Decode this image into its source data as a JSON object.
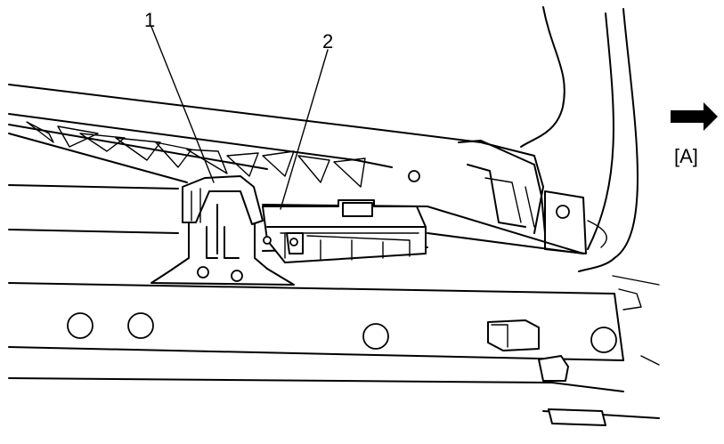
{
  "callouts": [
    {
      "label": "1"
    },
    {
      "label": "2"
    }
  ],
  "view_marker": {
    "label": "[A]",
    "icon": "right-arrow-icon"
  }
}
